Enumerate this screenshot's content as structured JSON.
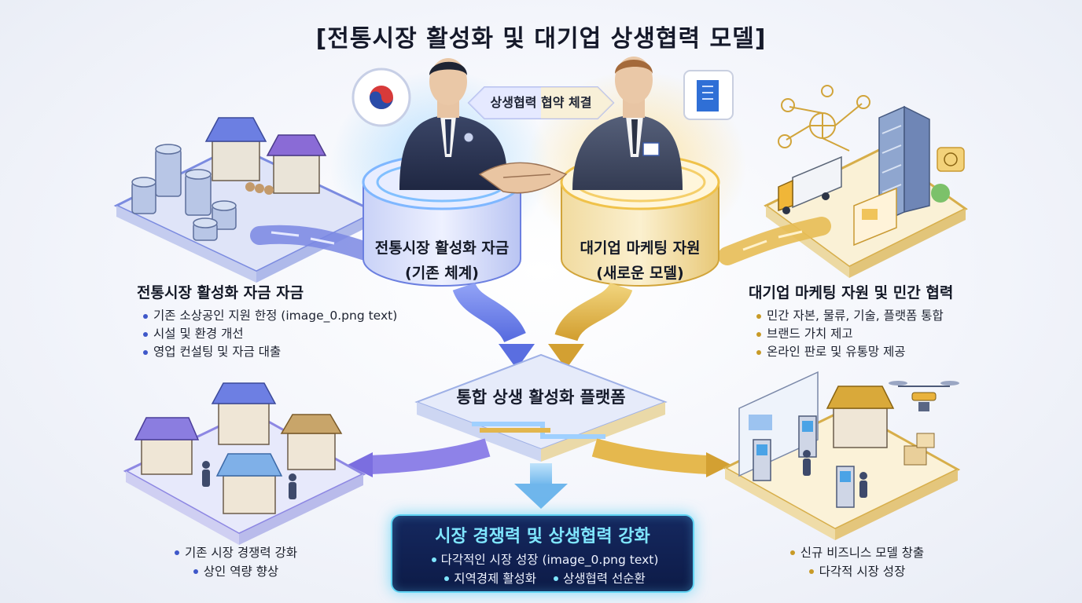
{
  "title": "[전통시장 활성화 및 대기업 상생협력 모델]",
  "agreement_label": "상생협력 협약 체결",
  "left_cylinder": {
    "line1": "전통시장 활성화 자금",
    "line2": "(기존 체계)"
  },
  "right_cylinder": {
    "line1": "대기업 마케팅 자원",
    "line2": "(새로운 모델)"
  },
  "left_panel": {
    "title": "전통시장 활성화 자금 자금",
    "items": [
      "기존 소상공인 지원 한정 (image_0.png text)",
      "시설 및 환경 개선",
      "영업 컨설팅 및 자금 대출"
    ]
  },
  "right_panel": {
    "title": "대기업 마케팅 자원 및 민간 협력",
    "items": [
      "민간 자본, 물류, 기술, 플랫폼 통합",
      "브랜드 가치 제고",
      "온라인 판로 및 유통망 제공"
    ]
  },
  "platform_label": "통합 상생 활성화 플랫폼",
  "result": {
    "title": "시장 경쟁력 및 상생협력 강화",
    "item1": "다각적인 시장 성장 (image_0.png text)",
    "item2": "지역경제 활성화",
    "item3": "상생협력 선순환"
  },
  "bottom_left": {
    "items": [
      "기존 시장 경쟁력 강화",
      "상인 역량 향상"
    ]
  },
  "bottom_right": {
    "items": [
      "신규 비즈니스 모델 창출",
      "다각적 시장 성장"
    ]
  },
  "colors": {
    "blue": "#5b6fe0",
    "gold": "#d9a93a",
    "cyan": "#5fd3f3",
    "navy": "#13235a"
  }
}
